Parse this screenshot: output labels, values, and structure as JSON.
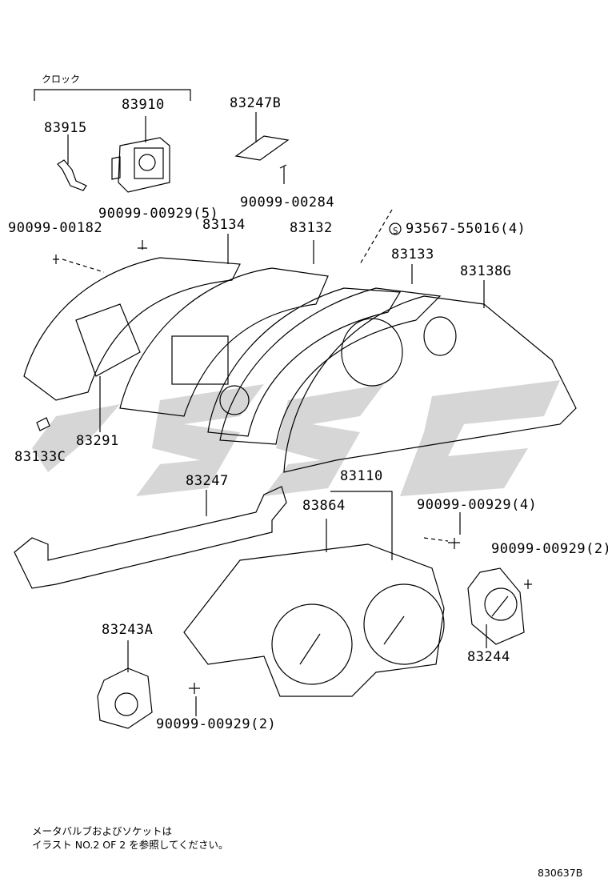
{
  "header": {
    "group_label": "クロック"
  },
  "part_labels": {
    "p83910": "83910",
    "p83915": "83915",
    "p83247B": "83247B",
    "p90099_00284": "90099-00284",
    "p90099_00929_5": "90099-00929(5)",
    "p90099_00182": "90099-00182",
    "p83134": "83134",
    "p83132": "83132",
    "p93567": "93567-55016(4)",
    "p83133": "83133",
    "p83138G": "83138G",
    "p83291": "83291",
    "p83133C": "83133C",
    "p83247": "83247",
    "p83110": "83110",
    "p83864": "83864",
    "p90099_00929_4": "90099-00929(4)",
    "p90099_00929_2a": "90099-00929(2)",
    "p83243A": "83243A",
    "p83244": "83244",
    "p90099_00929_2b": "90099-00929(2)"
  },
  "callout": {
    "s_symbol": "S"
  },
  "footer": {
    "note_line1": "メータバルブおよびソケットは",
    "note_line2": "イラスト NO.2 OF 2 を参照してください。",
    "figure_code": "830637B"
  },
  "colors": {
    "line": "#000000",
    "watermark": "#c9c9c9"
  }
}
